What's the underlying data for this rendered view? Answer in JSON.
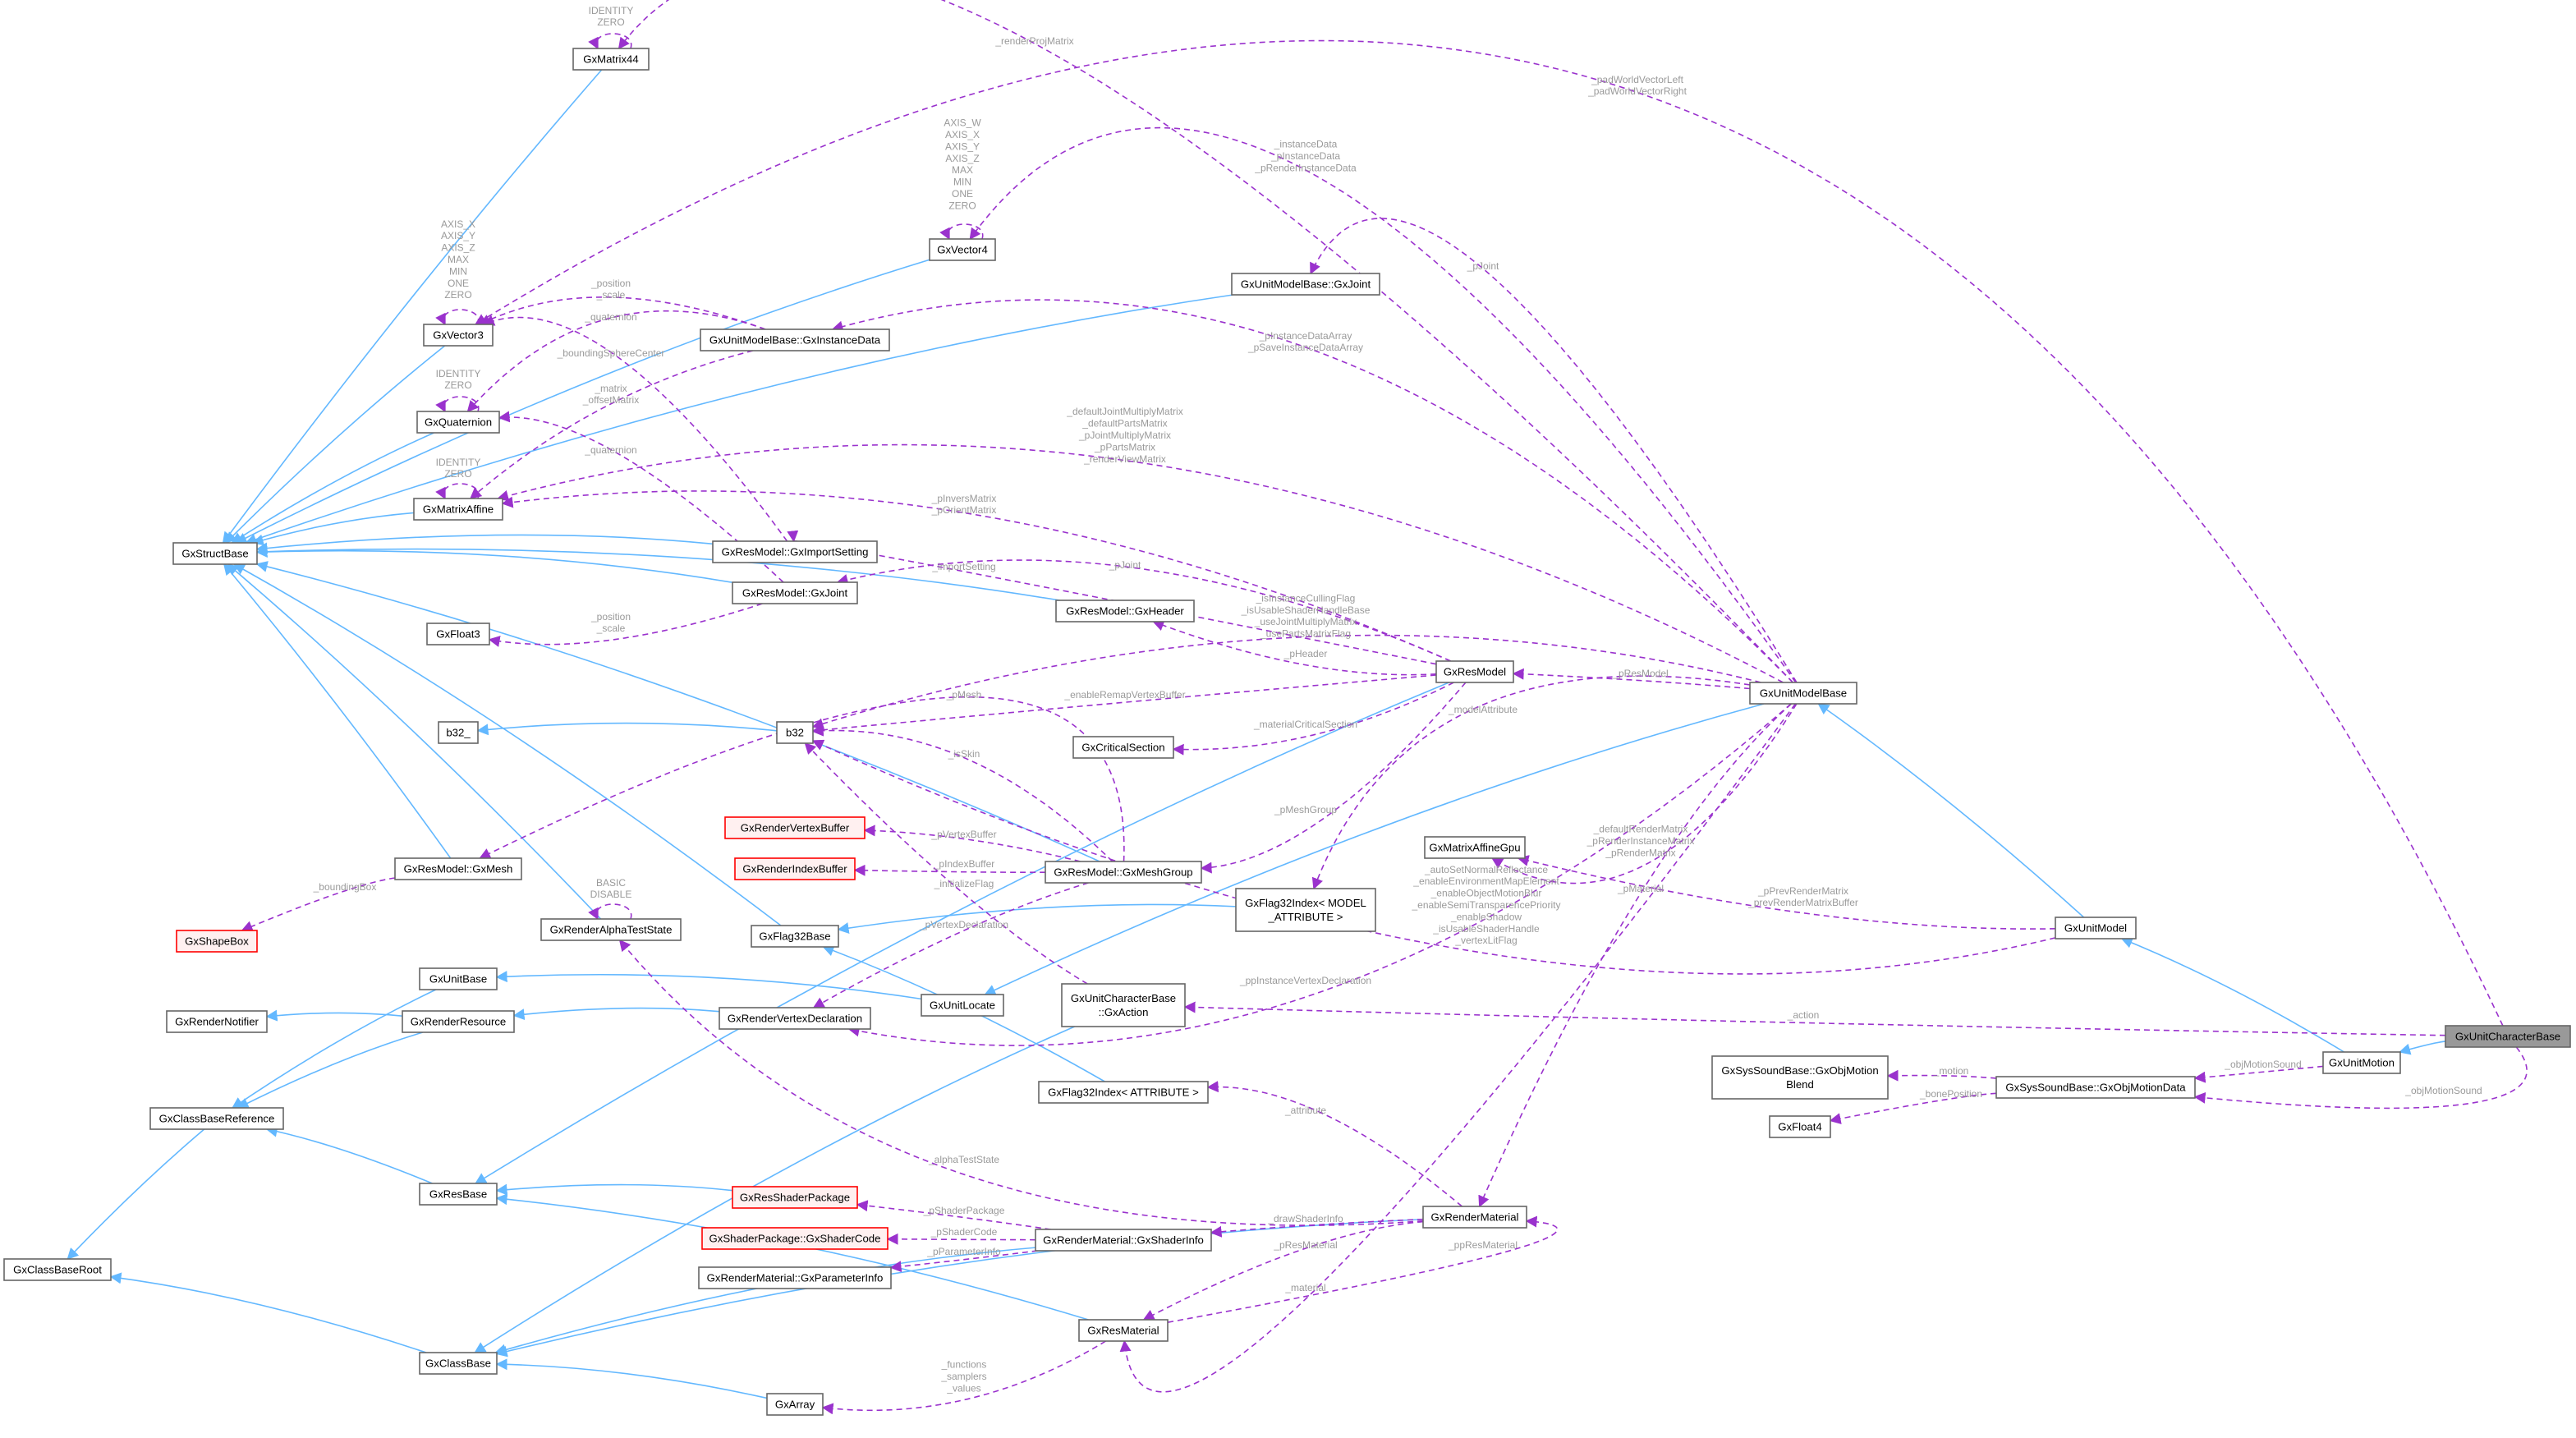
{
  "diagram": {
    "type": "collaboration-graph",
    "colors": {
      "inheritance_edge": "#63b8ff",
      "usage_edge": "#9a32cd",
      "edge_label": "#9a9a9a",
      "node_border": "#666666",
      "undocumented_border": "#ff0000",
      "focus_fill": "#999999"
    },
    "nodes": [
      {
        "lines": [
          "GxUnitCharacterBase"
        ],
        "style": "focus"
      },
      {
        "lines": [
          "GxMatrix44"
        ]
      },
      {
        "lines": [
          "GxVector4"
        ]
      },
      {
        "lines": [
          "GxUnitModelBase::GxJoint"
        ]
      },
      {
        "lines": [
          "GxVector3"
        ]
      },
      {
        "lines": [
          "GxUnitModelBase::GxInstanceData"
        ]
      },
      {
        "lines": [
          "GxQuaternion"
        ]
      },
      {
        "lines": [
          "GxMatrixAffine"
        ]
      },
      {
        "lines": [
          "GxStructBase"
        ]
      },
      {
        "lines": [
          "GxResModel::GxImportSetting"
        ]
      },
      {
        "lines": [
          "GxResModel::GxJoint"
        ]
      },
      {
        "lines": [
          "GxFloat3"
        ]
      },
      {
        "lines": [
          "GxResModel::GxHeader"
        ]
      },
      {
        "lines": [
          "GxResModel"
        ]
      },
      {
        "lines": [
          "GxUnitModelBase"
        ]
      },
      {
        "lines": [
          "b32_"
        ]
      },
      {
        "lines": [
          "b32"
        ]
      },
      {
        "lines": [
          "GxCriticalSection"
        ]
      },
      {
        "lines": [
          "GxRenderVertexBuffer"
        ],
        "style": "red"
      },
      {
        "lines": [
          "GxRenderIndexBuffer"
        ],
        "style": "red"
      },
      {
        "lines": [
          "GxResModel::GxMeshGroup"
        ]
      },
      {
        "lines": [
          "GxMatrixAffineGpu"
        ]
      },
      {
        "lines": [
          "GxFlag32Index< MODEL",
          "_ATTRIBUTE >"
        ]
      },
      {
        "lines": [
          "GxResModel::GxMesh"
        ]
      },
      {
        "lines": [
          "GxShapeBox"
        ],
        "style": "red"
      },
      {
        "lines": [
          "GxRenderAlphaTestState"
        ]
      },
      {
        "lines": [
          "GxFlag32Base"
        ]
      },
      {
        "lines": [
          "GxUnitModel"
        ]
      },
      {
        "lines": [
          "GxUnitBase"
        ]
      },
      {
        "lines": [
          "GxUnitLocate"
        ]
      },
      {
        "lines": [
          "GxUnitCharacterBase",
          "::GxAction"
        ]
      },
      {
        "lines": [
          "GxRenderNotifier"
        ]
      },
      {
        "lines": [
          "GxRenderResource"
        ]
      },
      {
        "lines": [
          "GxRenderVertexDeclaration"
        ]
      },
      {
        "lines": [
          "GxUnitMotion"
        ]
      },
      {
        "lines": [
          "GxSysSoundBase::GxObjMotion",
          "Blend"
        ]
      },
      {
        "lines": [
          "GxSysSoundBase::GxObjMotionData"
        ]
      },
      {
        "lines": [
          "GxFloat4"
        ]
      },
      {
        "lines": [
          "GxClassBaseReference"
        ]
      },
      {
        "lines": [
          "GxFlag32Index< ATTRIBUTE >"
        ]
      },
      {
        "lines": [
          "GxResBase"
        ]
      },
      {
        "lines": [
          "GxResShaderPackage"
        ],
        "style": "red"
      },
      {
        "lines": [
          "GxShaderPackage::GxShaderCode"
        ],
        "style": "red"
      },
      {
        "lines": [
          "GxRenderMaterial::GxShaderInfo"
        ]
      },
      {
        "lines": [
          "GxRenderMaterial"
        ]
      },
      {
        "lines": [
          "GxClassBaseRoot"
        ]
      },
      {
        "lines": [
          "GxRenderMaterial::GxParameterInfo"
        ]
      },
      {
        "lines": [
          "GxResMaterial"
        ]
      },
      {
        "lines": [
          "GxClassBase"
        ]
      },
      {
        "lines": [
          "GxArray"
        ]
      }
    ],
    "edges": [
      {
        "kind": "inherit",
        "from": 1,
        "to": 8
      },
      {
        "kind": "inherit",
        "from": 2,
        "to": 8
      },
      {
        "kind": "inherit",
        "from": 3,
        "to": 8
      },
      {
        "kind": "inherit",
        "from": 4,
        "to": 8
      },
      {
        "kind": "inherit",
        "from": 6,
        "to": 8
      },
      {
        "kind": "inherit",
        "from": 7,
        "to": 8
      },
      {
        "kind": "inherit",
        "from": 9,
        "to": 8
      },
      {
        "kind": "inherit",
        "from": 10,
        "to": 8
      },
      {
        "kind": "inherit",
        "from": 12,
        "to": 8
      },
      {
        "kind": "inherit",
        "from": 23,
        "to": 8
      },
      {
        "kind": "inherit",
        "from": 25,
        "to": 8
      },
      {
        "kind": "inherit",
        "from": 26,
        "to": 8
      },
      {
        "kind": "inherit",
        "from": 20,
        "to": 8
      },
      {
        "kind": "inherit",
        "from": 16,
        "to": 15
      },
      {
        "kind": "inherit",
        "from": 22,
        "to": 26
      },
      {
        "kind": "inherit",
        "from": 39,
        "to": 26
      },
      {
        "kind": "inherit",
        "from": 29,
        "to": 28
      },
      {
        "kind": "inherit",
        "from": 14,
        "to": 29
      },
      {
        "kind": "inherit",
        "from": 27,
        "to": 14
      },
      {
        "kind": "inherit",
        "from": 34,
        "to": 27
      },
      {
        "kind": "inherit",
        "from": 0,
        "to": 34
      },
      {
        "kind": "inherit",
        "from": 33,
        "to": 32
      },
      {
        "kind": "inherit",
        "from": 32,
        "to": 31
      },
      {
        "kind": "inherit",
        "from": 32,
        "to": 38
      },
      {
        "kind": "inherit",
        "from": 28,
        "to": 38
      },
      {
        "kind": "inherit",
        "from": 40,
        "to": 38
      },
      {
        "kind": "inherit",
        "from": 38,
        "to": 45
      },
      {
        "kind": "inherit",
        "from": 48,
        "to": 45
      },
      {
        "kind": "inherit",
        "from": 41,
        "to": 40
      },
      {
        "kind": "inherit",
        "from": 47,
        "to": 40
      },
      {
        "kind": "inherit",
        "from": 13,
        "to": 40
      },
      {
        "kind": "inherit",
        "from": 30,
        "to": 48
      },
      {
        "kind": "inherit",
        "from": 43,
        "to": 48
      },
      {
        "kind": "inherit",
        "from": 49,
        "to": 48
      },
      {
        "kind": "inherit",
        "from": 44,
        "to": 48
      },
      {
        "kind": "use",
        "from": 14,
        "to": 1,
        "labels": [
          "_renderProjMatrix"
        ]
      },
      {
        "kind": "use",
        "from": 1,
        "to": 1,
        "labels": [
          "IDENTITY",
          "ZERO"
        ]
      },
      {
        "kind": "use",
        "from": 0,
        "to": 4,
        "labels": [
          "_padWorldVectorLeft",
          "_padWorldVectorRight"
        ]
      },
      {
        "kind": "use",
        "from": 2,
        "to": 2,
        "labels": [
          "AXIS_W",
          "AXIS_X",
          "AXIS_Y",
          "AXIS_Z",
          "MAX",
          "MIN",
          "ONE",
          "ZERO"
        ]
      },
      {
        "kind": "use",
        "from": 14,
        "to": 2,
        "labels": [
          "_instanceData",
          "_pInstanceData",
          "_pRenderInstanceData"
        ]
      },
      {
        "kind": "use",
        "from": 14,
        "to": 3,
        "labels": [
          "_pJoint"
        ]
      },
      {
        "kind": "use",
        "from": 4,
        "to": 4,
        "labels": [
          "AXIS_X",
          "AXIS_Y",
          "AXIS_Z",
          "MAX",
          "MIN",
          "ONE",
          "ZERO"
        ]
      },
      {
        "kind": "use",
        "from": 5,
        "to": 4,
        "labels": [
          "_position",
          "_scale"
        ]
      },
      {
        "kind": "use",
        "from": 5,
        "to": 6,
        "labels": [
          "_quaternion"
        ]
      },
      {
        "kind": "use",
        "from": 5,
        "to": 7,
        "labels": [
          "_matrix",
          "_offsetMatrix"
        ]
      },
      {
        "kind": "use",
        "from": 9,
        "to": 4,
        "labels": [
          "_boundingSphereCenter"
        ]
      },
      {
        "kind": "use",
        "from": 6,
        "to": 6,
        "labels": [
          "IDENTITY",
          "ZERO"
        ]
      },
      {
        "kind": "use",
        "from": 10,
        "to": 6,
        "labels": [
          "_quaternion"
        ]
      },
      {
        "kind": "use",
        "from": 7,
        "to": 7,
        "labels": [
          "IDENTITY",
          "ZERO"
        ]
      },
      {
        "kind": "use",
        "from": 14,
        "to": 5,
        "labels": [
          "_pInstanceDataArray",
          "_pSaveInstanceDataArray"
        ]
      },
      {
        "kind": "use",
        "from": 14,
        "to": 7,
        "labels": [
          "_defaultJointMultiplyMatrix",
          "_defaultPartsMatrix",
          "_pJointMultiplyMatrix",
          "_pPartsMatrix",
          "_renderViewMatrix"
        ]
      },
      {
        "kind": "use",
        "from": 13,
        "to": 7,
        "labels": [
          "_pInversMatrix",
          "_pOrientMatrix"
        ]
      },
      {
        "kind": "use",
        "from": 10,
        "to": 11,
        "labels": [
          "_position",
          "_scale"
        ]
      },
      {
        "kind": "use",
        "from": 13,
        "to": 9,
        "labels": [
          "_importSetting"
        ]
      },
      {
        "kind": "use",
        "from": 13,
        "to": 10,
        "labels": [
          "_pJoint"
        ]
      },
      {
        "kind": "use",
        "from": 13,
        "to": 12,
        "labels": [
          "_pHeader"
        ]
      },
      {
        "kind": "use",
        "from": 14,
        "to": 13,
        "labels": [
          "_pResModel"
        ]
      },
      {
        "kind": "use",
        "from": 14,
        "to": 16,
        "labels": [
          "_isInstanceCullingFlag",
          "_isUsableShaderHandleBase",
          "_useJointMultiplyMatrix",
          "_usePartsMatrixFlag"
        ]
      },
      {
        "kind": "use",
        "from": 13,
        "to": 16,
        "labels": [
          "_enableRemapVertexBuffer"
        ]
      },
      {
        "kind": "use",
        "from": 20,
        "to": 23,
        "labels": [
          "_pMesh"
        ]
      },
      {
        "kind": "use",
        "from": 20,
        "to": 16,
        "labels": [
          "_isSkin"
        ]
      },
      {
        "kind": "use",
        "from": 13,
        "to": 17,
        "labels": [
          "_materialCriticalSection"
        ]
      },
      {
        "kind": "use",
        "from": 13,
        "to": 20,
        "labels": [
          "_pMeshGroup"
        ]
      },
      {
        "kind": "use",
        "from": 14,
        "to": 22,
        "labels": [
          "_modelAttribute"
        ]
      },
      {
        "kind": "use",
        "from": 20,
        "to": 18,
        "labels": [
          "_pVertexBuffer"
        ]
      },
      {
        "kind": "use",
        "from": 20,
        "to": 19,
        "labels": [
          "_pIndexBuffer"
        ]
      },
      {
        "kind": "use",
        "from": 20,
        "to": 33,
        "labels": [
          "_pVertexDeclaration"
        ]
      },
      {
        "kind": "use",
        "from": 30,
        "to": 16,
        "labels": [
          "_initializeFlag"
        ]
      },
      {
        "kind": "use",
        "from": 23,
        "to": 24,
        "labels": [
          "_boundingBox"
        ]
      },
      {
        "kind": "use",
        "from": 25,
        "to": 25,
        "labels": [
          "BASIC",
          "DISABLE"
        ]
      },
      {
        "kind": "use",
        "from": 14,
        "to": 21,
        "labels": [
          "_defaultRenderMatrix",
          "_pRenderInstanceMatrix",
          "_pRenderMatrix"
        ]
      },
      {
        "kind": "use",
        "from": 27,
        "to": 21,
        "labels": [
          "_pPrevRenderMatrix",
          "_prevRenderMatrixBuffer"
        ]
      },
      {
        "kind": "use",
        "from": 27,
        "to": 16,
        "labels": [
          "_autoSetNormalReflectance",
          "_enableEnvironmentMapElement",
          "_enableObjectMotionBlur",
          "_enableSemiTransparencePriority",
          "_enableShadow",
          "_isUsableShaderHandle",
          "_vertexLitFlag"
        ]
      },
      {
        "kind": "use",
        "from": 14,
        "to": 44,
        "labels": [
          "_pMaterial"
        ]
      },
      {
        "kind": "use",
        "from": 14,
        "to": 33,
        "labels": [
          "_ppInstanceVertexDeclaration"
        ]
      },
      {
        "kind": "use",
        "from": 0,
        "to": 30,
        "labels": [
          "_action"
        ]
      },
      {
        "kind": "use",
        "from": 34,
        "to": 36,
        "labels": [
          "_objMotionSound"
        ]
      },
      {
        "kind": "use",
        "from": 0,
        "to": 36,
        "labels": [
          "_objMotionSound"
        ]
      },
      {
        "kind": "use",
        "from": 36,
        "to": 35,
        "labels": [
          "_motion"
        ]
      },
      {
        "kind": "use",
        "from": 36,
        "to": 37,
        "labels": [
          "_bonePosition"
        ]
      },
      {
        "kind": "use",
        "from": 44,
        "to": 39,
        "labels": [
          "_attribute"
        ]
      },
      {
        "kind": "use",
        "from": 44,
        "to": 25,
        "labels": [
          "_alphaTestState"
        ]
      },
      {
        "kind": "use",
        "from": 44,
        "to": 43,
        "labels": [
          "_drawShaderInfo"
        ]
      },
      {
        "kind": "use",
        "from": 43,
        "to": 41,
        "labels": [
          "_pShaderPackage"
        ]
      },
      {
        "kind": "use",
        "from": 43,
        "to": 42,
        "labels": [
          "_pShaderCode"
        ]
      },
      {
        "kind": "use",
        "from": 43,
        "to": 46,
        "labels": [
          "_pParameterInfo"
        ]
      },
      {
        "kind": "use",
        "from": 44,
        "to": 47,
        "labels": [
          "_pResMaterial"
        ]
      },
      {
        "kind": "use",
        "from": 47,
        "to": 44,
        "labels": [
          "_ppResMaterial"
        ]
      },
      {
        "kind": "use",
        "from": 14,
        "to": 47,
        "labels": [
          "_material"
        ]
      },
      {
        "kind": "use",
        "from": 47,
        "to": 49,
        "labels": [
          "_functions",
          "_samplers",
          "_values"
        ]
      }
    ]
  }
}
